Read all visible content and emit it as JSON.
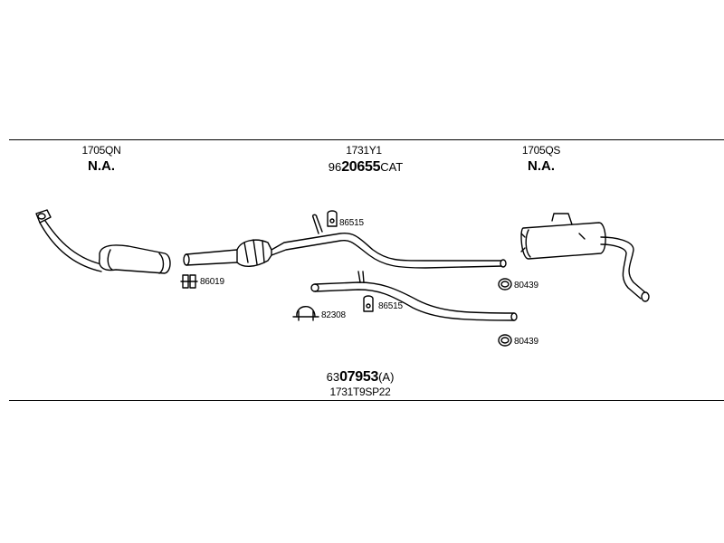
{
  "header": {
    "left": {
      "code": "1705QN",
      "status": "N.A."
    },
    "center": {
      "code": "1731Y1",
      "part_prefix": "96",
      "part_main": "20655",
      "part_suffix": "CAT"
    },
    "right": {
      "code": "1705QS",
      "status": "N.A."
    }
  },
  "components": {
    "clamp_mid_upper": "86515",
    "clamp_mid_lower": "86515",
    "hanger_left": "86019",
    "gasket_clamp": "82308",
    "ring_clamp_upper": "80439",
    "ring_clamp_lower": "80439"
  },
  "footer": {
    "kit_prefix": "63",
    "kit_main": "07953",
    "kit_suffix": "(A)",
    "kit_code": "1731T9SP22"
  },
  "colors": {
    "line": "#000000",
    "background": "#ffffff"
  }
}
